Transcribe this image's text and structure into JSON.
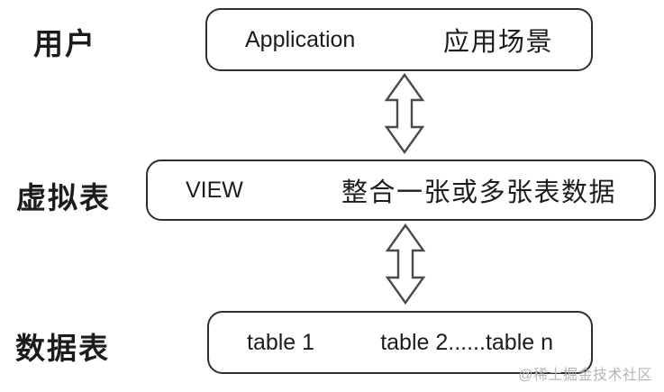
{
  "diagram": {
    "rows": [
      {
        "label": "用户",
        "box": {
          "left_text": "Application",
          "right_text": "应用场景"
        }
      },
      {
        "label": "虚拟表",
        "box": {
          "left_text": "VIEW",
          "right_text": "整合一张或多张表数据"
        }
      },
      {
        "label": "数据表",
        "box": {
          "left_text": "table 1",
          "right_text": "table 2......table n"
        }
      }
    ],
    "icons": {
      "connector": "double-headed-vertical-arrow"
    },
    "colors": {
      "background": "#ffffff",
      "box_border": "#2e2e2e",
      "text": "#1c1c1c",
      "arrow_stroke": "#4a4a4a",
      "watermark": "#b4b4b4"
    },
    "watermark": "@稀土掘金技术社区"
  }
}
